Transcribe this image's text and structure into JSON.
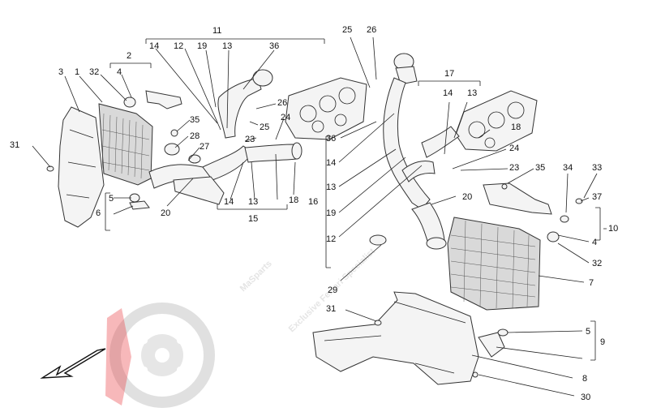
{
  "watermark": {
    "brand": "MaSparts",
    "tagline": "Exclusive Ferrari Specialist",
    "colors": {
      "red": "#e8333a",
      "grey": "#c8c8c8"
    }
  },
  "callouts": {
    "n1": "1",
    "n2": "2",
    "n3": "3",
    "n4a": "4",
    "n4b": "4",
    "n5a": "5",
    "n5b": "5",
    "n6": "6",
    "n7": "7",
    "n8": "8",
    "n9": "9",
    "n10": "10",
    "n11": "11",
    "n12a": "12",
    "n12b": "12",
    "n13a": "13",
    "n13b": "13",
    "n13c": "13",
    "n13d": "13",
    "n14a": "14",
    "n14b": "14",
    "n14c": "14",
    "n14d": "14",
    "n15": "15",
    "n16": "16",
    "n17": "17",
    "n18a": "18",
    "n18b": "18",
    "n19a": "19",
    "n19b": "19",
    "n20a": "20",
    "n20b": "20",
    "n23a": "23",
    "n23b": "23",
    "n24a": "24",
    "n24b": "24",
    "n25a": "25",
    "n25b": "25",
    "n26a": "26",
    "n26b": "26",
    "n27": "27",
    "n28": "28",
    "n29": "29",
    "n30": "30",
    "n31a": "31",
    "n31b": "31",
    "n32a": "32",
    "n32b": "32",
    "n33": "33",
    "n34": "34",
    "n35a": "35",
    "n35b": "35",
    "n36a": "36",
    "n36b": "36",
    "n37": "37"
  },
  "icons": {
    "direction": "front-arrow-icon"
  }
}
